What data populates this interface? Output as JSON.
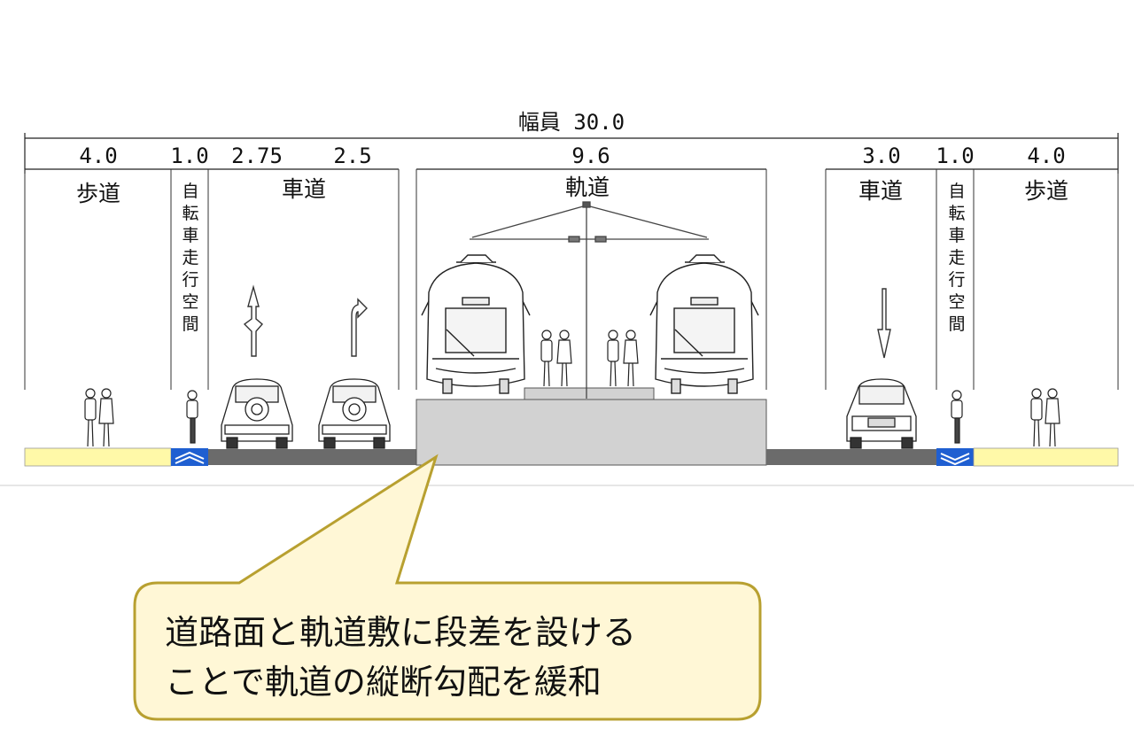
{
  "header": {
    "total_width": "幅員 30.0"
  },
  "dimensions": {
    "left_sidewalk": "4.0",
    "left_bike": "1.0",
    "left_lane1": "2.75",
    "left_lane2": "2.5",
    "track": "9.6",
    "right_lane": "3.0",
    "right_bike": "1.0",
    "right_sidewalk": "4.0"
  },
  "zones": {
    "left_sidewalk": "歩道",
    "left_bike": [
      "自",
      "転",
      "車",
      "走",
      "行",
      "空",
      "間"
    ],
    "left_road": "車道",
    "track": "軌道",
    "right_road": "車道",
    "right_bike": [
      "自",
      "転",
      "車",
      "走",
      "行",
      "空",
      "間"
    ],
    "right_sidewalk": "歩道"
  },
  "callout": {
    "line1": "道路面と軌道敷に段差を設ける",
    "line2": "ことで軌道の縦断勾配を緩和"
  },
  "colors": {
    "sidewalk": "#fff9a8",
    "bike_lane": "#1f5fd1",
    "roadway": "#6b6b6b",
    "track_bed": "#d2d2d2",
    "callout_fill": "#fff7d6",
    "callout_border": "#b8a030"
  }
}
